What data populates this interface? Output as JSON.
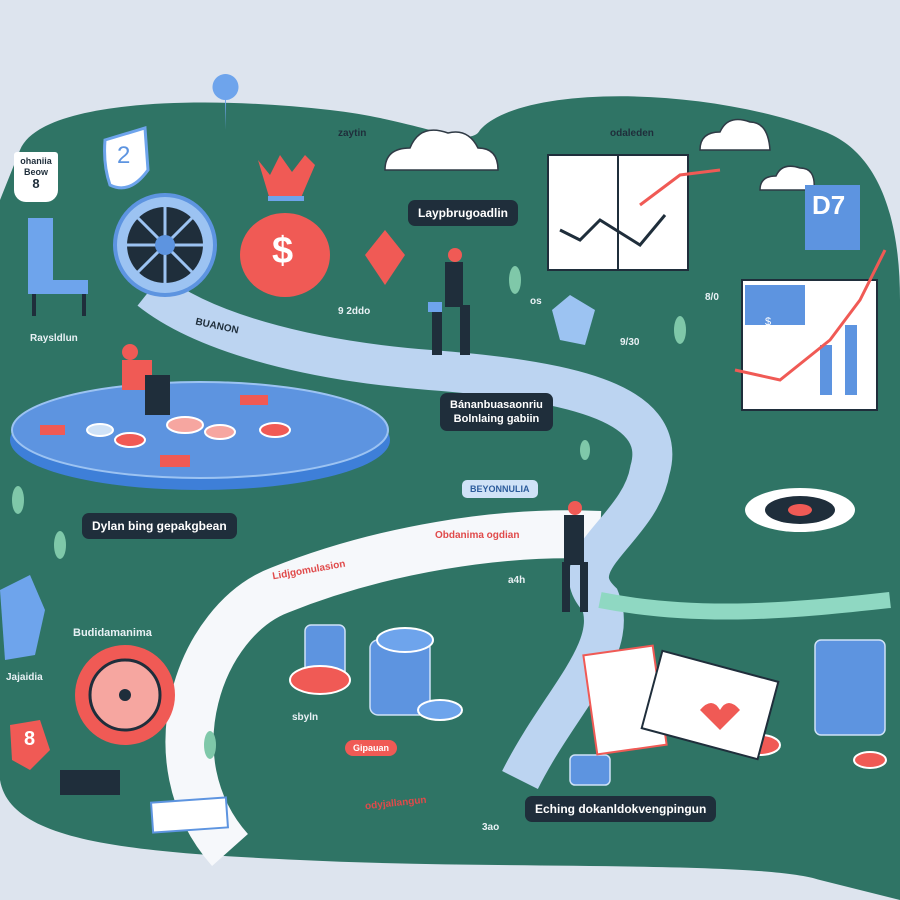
{
  "scene": {
    "colors": {
      "background": "#dde4ee",
      "ground": "#2f7465",
      "path_light": "#bcd4f1",
      "path_white": "#f6f8fb",
      "accent_red": "#f05a55",
      "accent_blue": "#5d94e0",
      "label_dark": "#1f2e3b"
    },
    "top_labels": [
      "zaytin",
      "odaleden"
    ],
    "badge": {
      "line1": "ohaniia",
      "line2": "Beow",
      "number": "8"
    },
    "shield_number": "2",
    "money_bag_symbol": "$",
    "callouts": [
      "Laypbrugoadlin",
      "Bánanbuasaonriu",
      "Bolnlaing gabiin",
      "Dylan bing gepakgbean",
      "Eching dokanldokvengpingun"
    ],
    "path_labels": [
      "Raysldlun",
      "BUANON",
      "Lidjgomulasion",
      "Obdanima ogdian",
      "odyjallangun"
    ],
    "pills": [
      "BEYONNULIA",
      "Gipauan"
    ],
    "small_texts": [
      "9 2ddo",
      "os",
      "9/30",
      "8/0",
      "a4h",
      "sbyln",
      "Budidamanima",
      "Jajaidia",
      "3ao"
    ],
    "chart_symbol": "$",
    "doc_label": "D7",
    "octagon_number": "8"
  }
}
